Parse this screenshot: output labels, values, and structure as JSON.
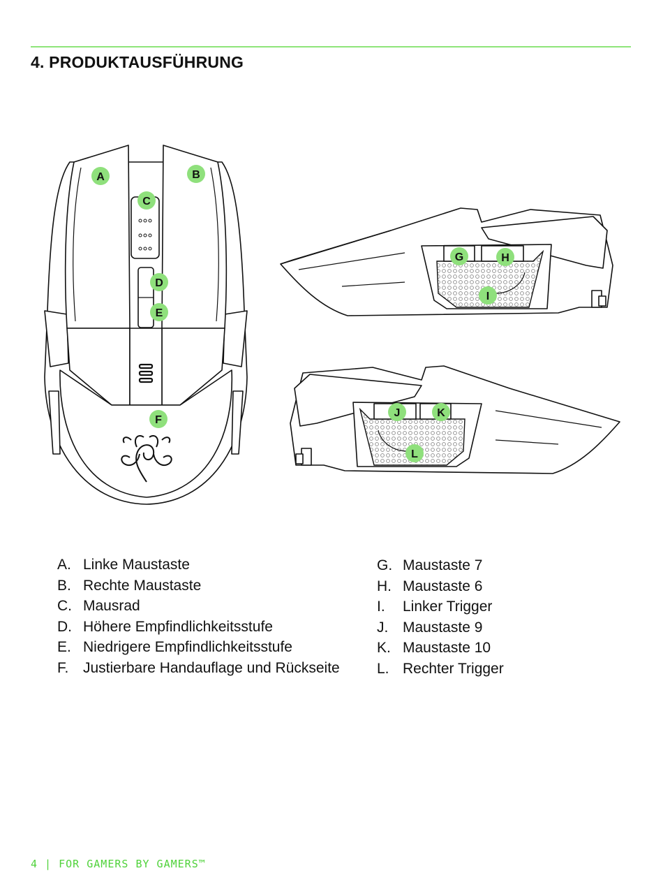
{
  "title": "4. PRODUKTAUSFÜHRUNG",
  "callouts": {
    "a": "A",
    "b": "B",
    "c": "C",
    "d": "D",
    "e": "E",
    "f": "F",
    "g": "G",
    "h": "H",
    "i": "I",
    "j": "J",
    "k": "K",
    "l": "L"
  },
  "legend_left": [
    {
      "letter": "A.",
      "label": "Linke Maustaste"
    },
    {
      "letter": "B.",
      "label": "Rechte Maustaste"
    },
    {
      "letter": "C.",
      "label": "Mausrad"
    },
    {
      "letter": "D.",
      "label": "Höhere Empfindlichkeitsstufe"
    },
    {
      "letter": "E.",
      "label": "Niedrigere Empfindlichkeitsstufe"
    },
    {
      "letter": "F.",
      "label": "Justierbare Handauflage und Rückseite"
    }
  ],
  "legend_right": [
    {
      "letter": "G.",
      "label": "Maustaste 7"
    },
    {
      "letter": "H.",
      "label": "Maustaste 6"
    },
    {
      "letter": "I.",
      "label": "Linker Trigger"
    },
    {
      "letter": "J.",
      "label": "Maustaste 9"
    },
    {
      "letter": "K.",
      "label": "Maustaste 10"
    },
    {
      "letter": "L.",
      "label": "Rechter Trigger"
    }
  ],
  "footer": "4 | FOR GAMERS BY GAMERS™",
  "colors": {
    "accent": "#8fe07c",
    "footer": "#4fd23a",
    "rule": "#8ee57a"
  }
}
